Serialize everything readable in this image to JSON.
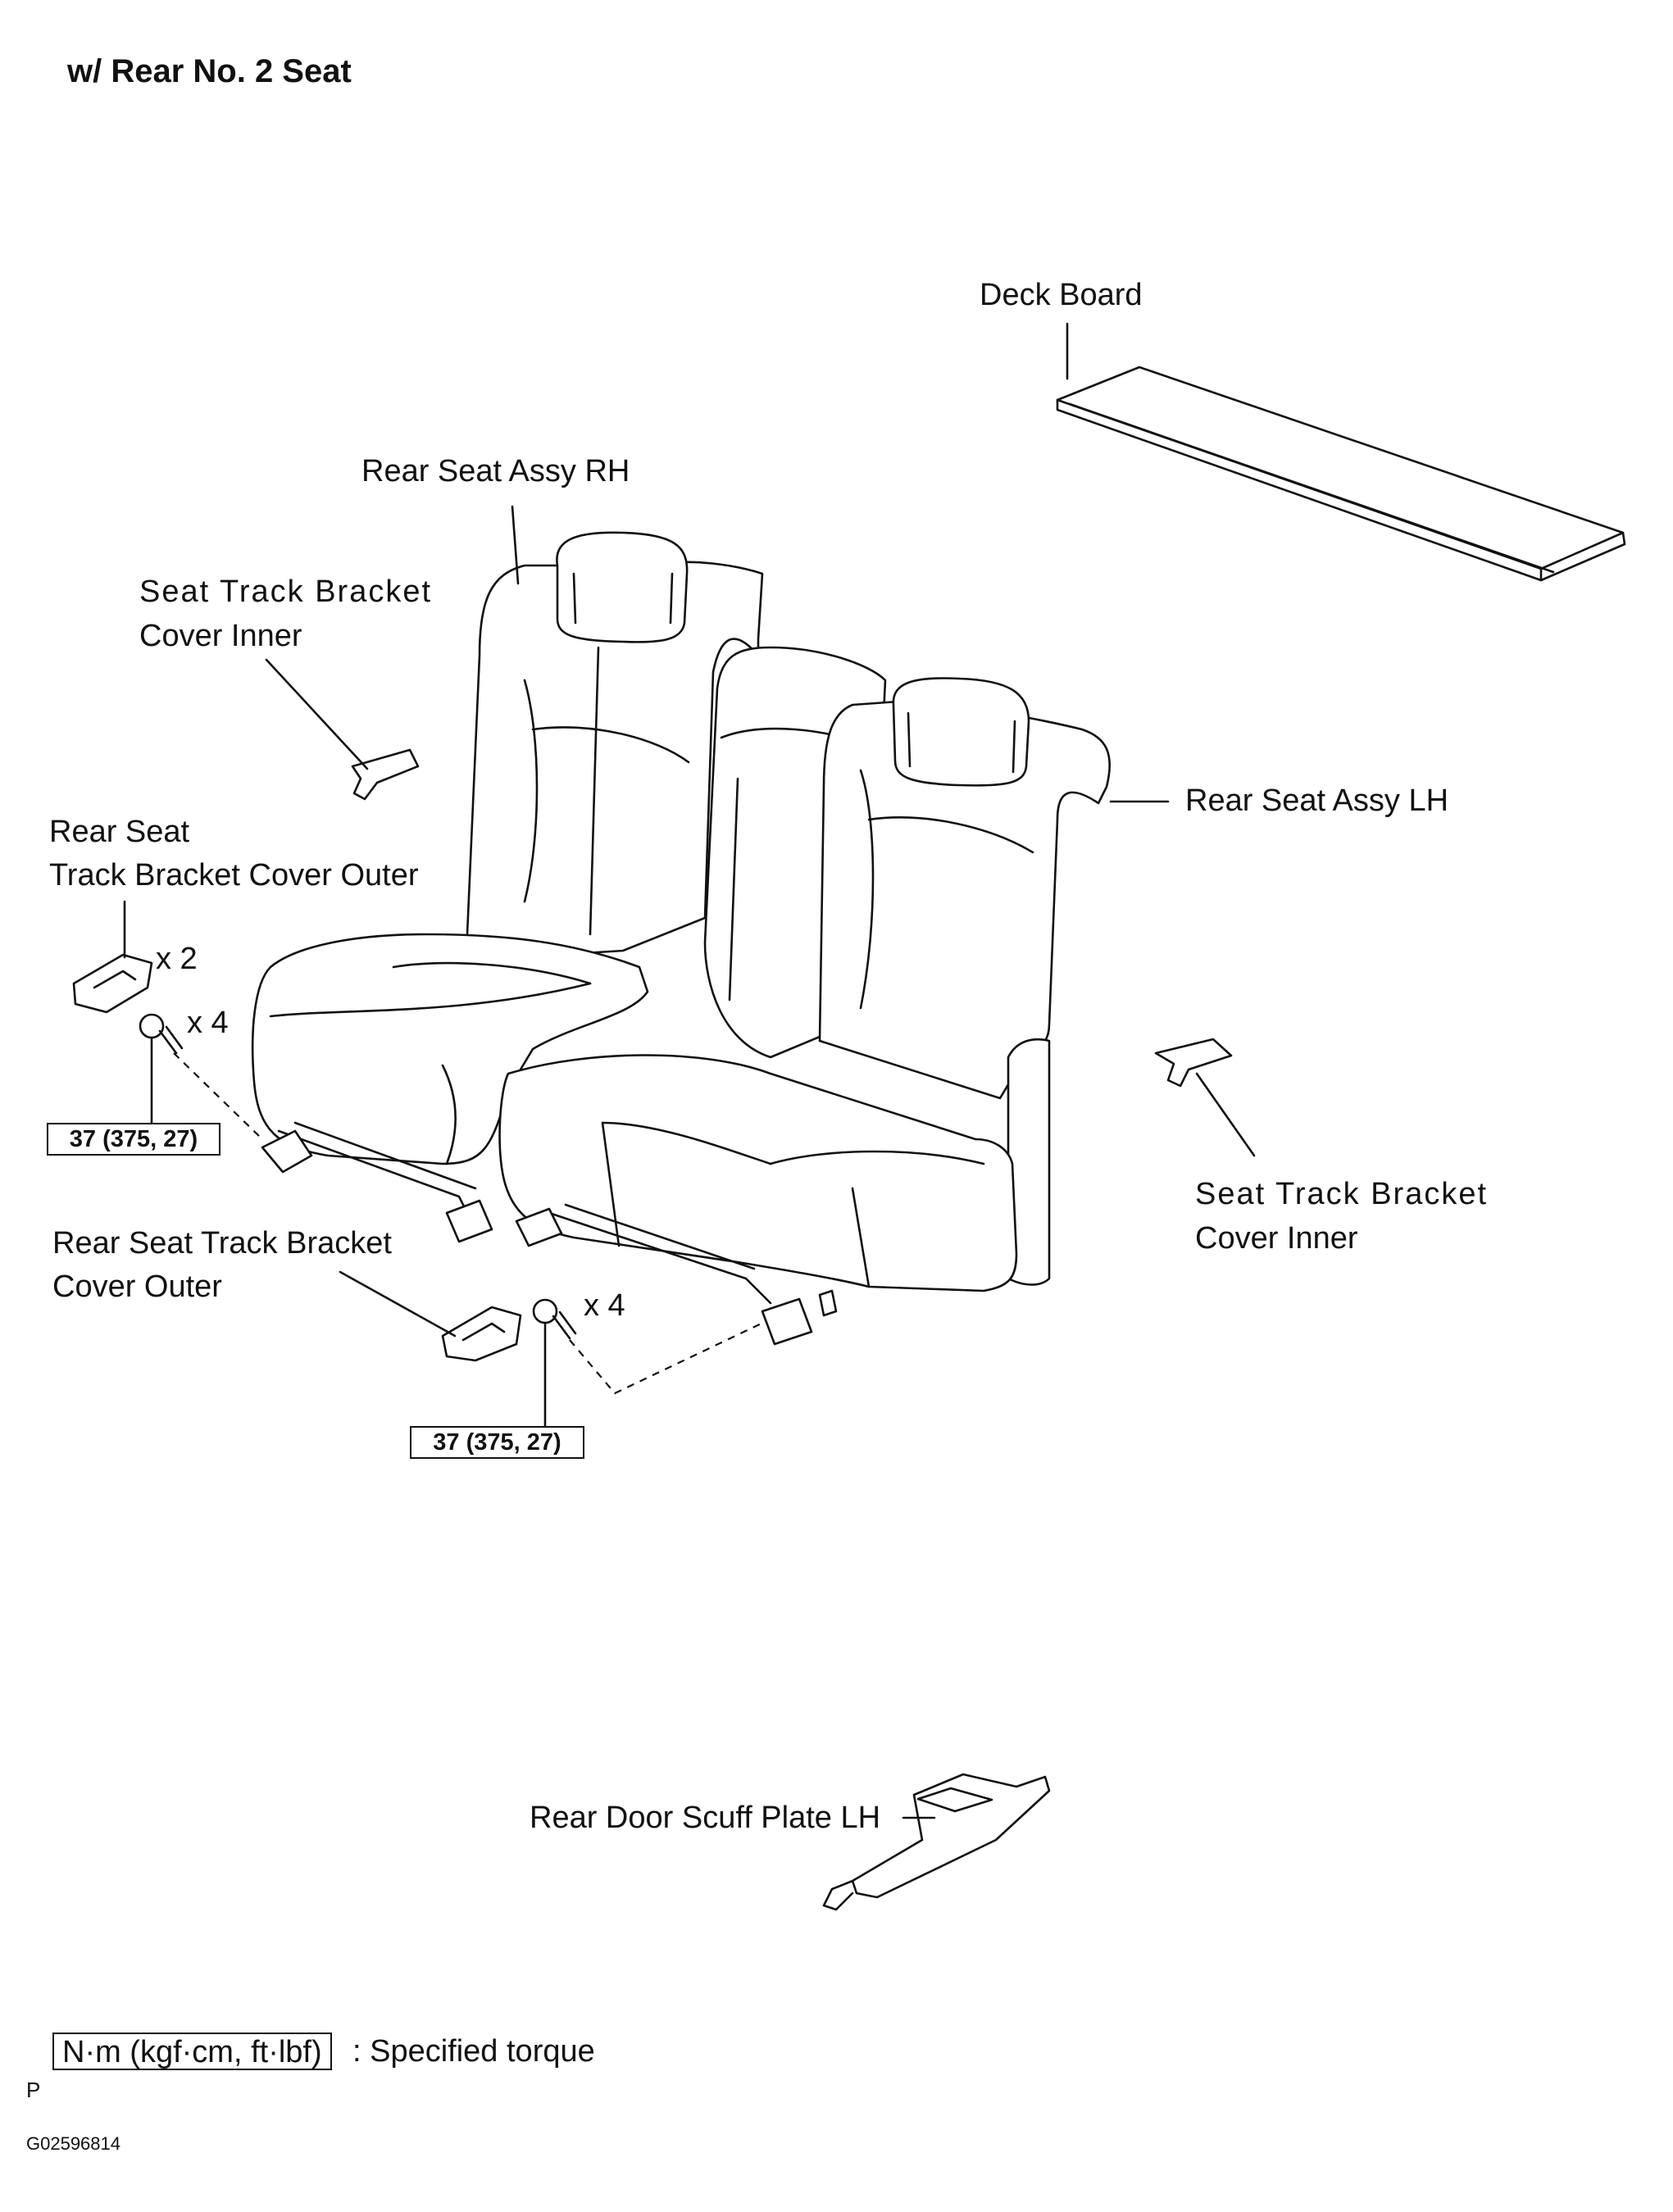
{
  "title": "w/ Rear No. 2 Seat",
  "labels": {
    "deck_board": "Deck Board",
    "rear_seat_assy_rh": "Rear Seat Assy RH",
    "seat_track_bracket_cover_inner_upper_1": "Seat Track Bracket",
    "seat_track_bracket_cover_inner_upper_2": "Cover Inner",
    "rear_seat_assy_lh": "Rear Seat Assy LH",
    "rear_seat_track_bracket_cover_outer_upper_1": "Rear Seat",
    "rear_seat_track_bracket_cover_outer_upper_2": "Track Bracket Cover Outer",
    "qty_covers_upper": "x 2",
    "qty_bolts_upper": "x 4",
    "seat_track_bracket_cover_inner_right_1": "Seat Track Bracket",
    "seat_track_bracket_cover_inner_right_2": "Cover Inner",
    "rear_seat_track_bracket_cover_outer_lower_1": "Rear Seat Track Bracket",
    "rear_seat_track_bracket_cover_outer_lower_2": "Cover Outer",
    "qty_bolts_lower": "x 4",
    "rear_door_scuff_plate_lh": "Rear Door Scuff Plate LH"
  },
  "torque": {
    "upper": "37 (375, 27)",
    "lower": "37 (375, 27)"
  },
  "legend": {
    "unit": "N·m (kgf·cm, ft·lbf)",
    "description": ": Specified torque"
  },
  "footer": {
    "letter": "P",
    "code": "G02596814"
  },
  "parts": {
    "deck_board": {
      "icon": "deck-board-drawing"
    },
    "seat_assemblies": {
      "icon": "rear-seat-drawing"
    },
    "bolts": {
      "icon": "bolt-icon"
    },
    "covers": {
      "icon": "bracket-cover-icon"
    },
    "scuff_plate": {
      "icon": "scuff-plate-drawing"
    }
  }
}
